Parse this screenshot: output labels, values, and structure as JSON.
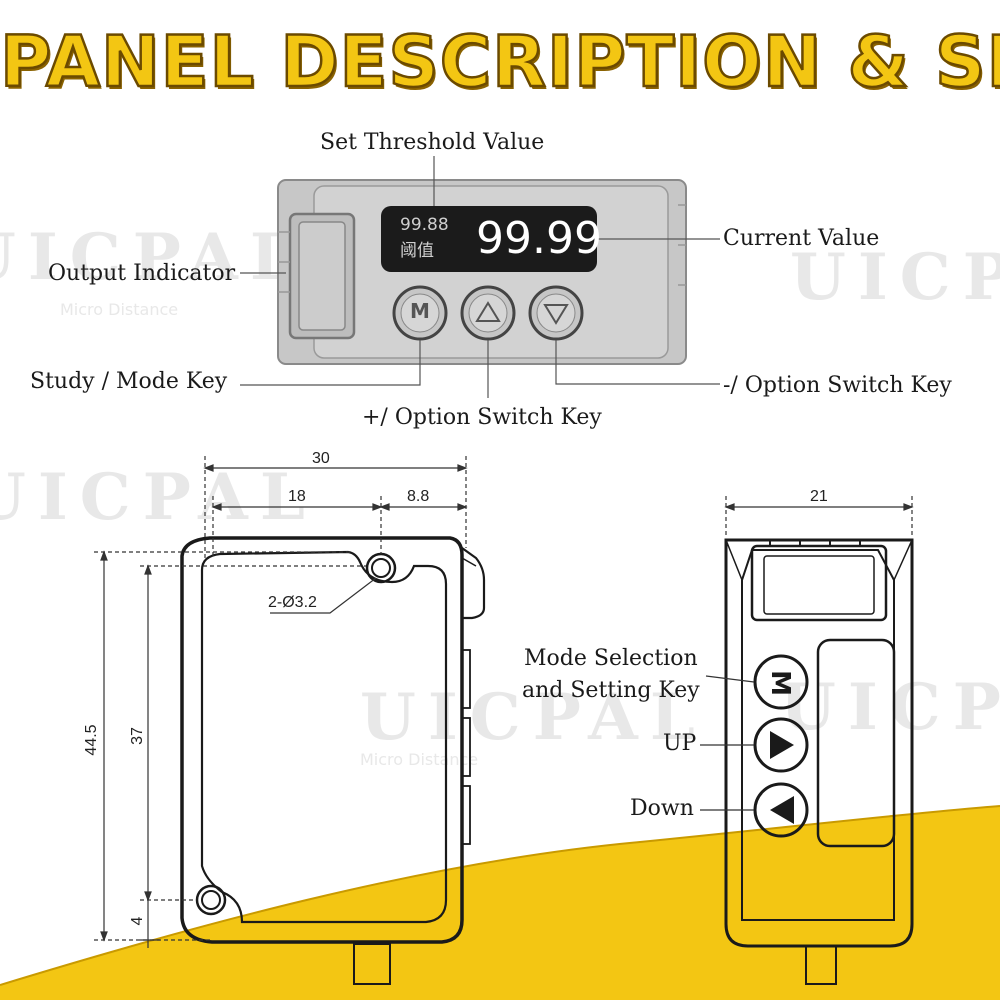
{
  "title": "PANEL DESCRIPTION & SIZE",
  "watermark": {
    "brand": "UICPAL",
    "tagline": "Micro Distance"
  },
  "front_panel": {
    "display": {
      "small_value": "99.88",
      "small_label": "阈值",
      "big_value": "99.99"
    },
    "key_m": "M",
    "labels": {
      "set_threshold": "Set Threshold Value",
      "current_value": "Current Value",
      "output_indicator": "Output Indicator",
      "study_mode_key": "Study / Mode Key",
      "minus_option_key": "-/ Option Switch Key",
      "plus_option_key": "+/ Option Switch Key"
    }
  },
  "side_view": {
    "dimensions": {
      "total_width": "30",
      "hole_span": "18",
      "offset": "8.8",
      "hole": "2-Ø3.2",
      "height_total": "44.5",
      "height_inner": "37",
      "bottom_offset": "4"
    }
  },
  "top_view": {
    "dimensions": {
      "width": "21"
    },
    "key_m": "M",
    "labels": {
      "mode_key_line1": "Mode Selection",
      "mode_key_line2": "and Setting Key",
      "up": "UP",
      "down": "Down"
    }
  },
  "colors": {
    "accent": "#f3c613",
    "title_stroke": "#6b4a00",
    "line": "#1a1a1a",
    "panel": "#c9c9c9"
  }
}
